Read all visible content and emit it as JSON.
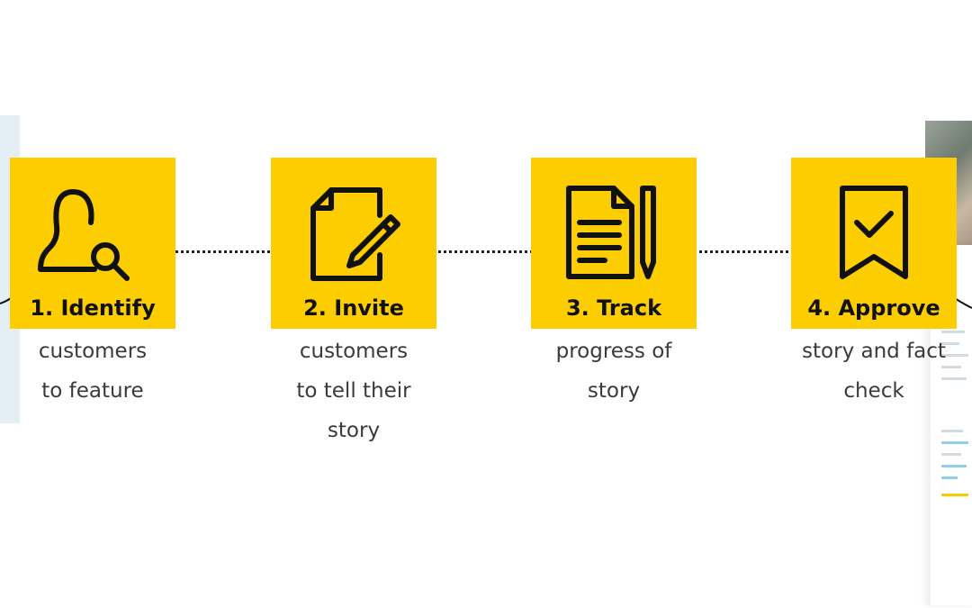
{
  "steps": [
    {
      "number": "1.",
      "title": "1. Identify",
      "description": "customers\nto feature",
      "icon": "person-search-icon"
    },
    {
      "number": "2.",
      "title": "2. Invite",
      "description": "customers\nto tell their\nstory",
      "icon": "document-pencil-icon"
    },
    {
      "number": "3.",
      "title": "3. Track",
      "description": "progress of\nstory",
      "icon": "document-lines-pencil-icon"
    },
    {
      "number": "4.",
      "title": "4. Approve",
      "description": "story and fact\ncheck",
      "icon": "ribbon-check-icon"
    }
  ],
  "colors": {
    "step_fill": "#fccd00",
    "stroke": "#111111",
    "text": "#3a3a3a"
  }
}
